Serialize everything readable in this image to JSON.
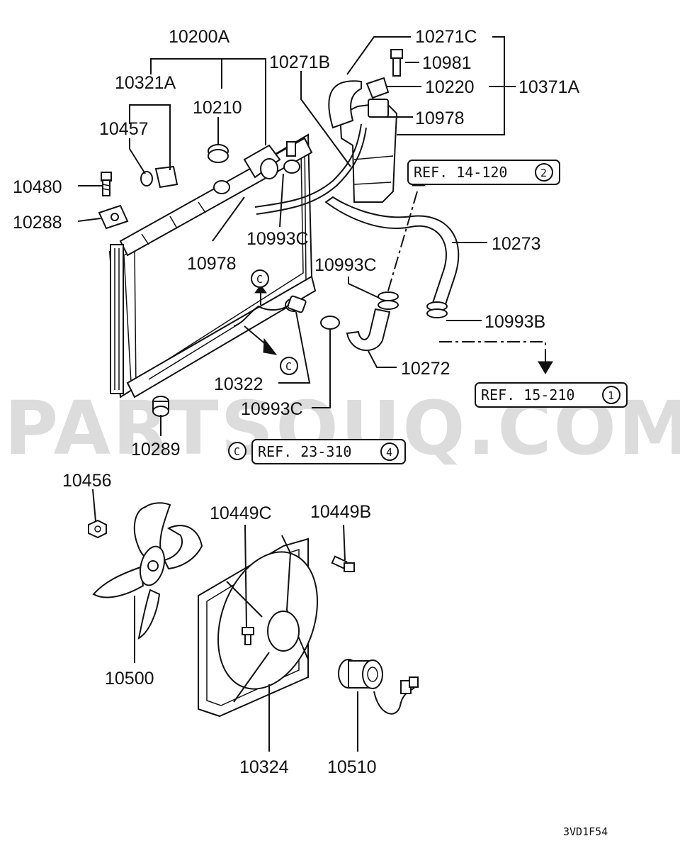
{
  "watermark": "PARTSOUQ.COM",
  "diagram_code": "3VD1F54",
  "callouts": {
    "c10200A": "10200A",
    "c10321A": "10321A",
    "c10457": "10457",
    "c10480": "10480",
    "c10288": "10288",
    "c10210": "10210",
    "c10978a": "10978",
    "c10993Ca": "10993C",
    "c10271B": "10271B",
    "c10271C": "10271C",
    "c10981": "10981",
    "c10220": "10220",
    "c10371A": "10371A",
    "c10978b": "10978",
    "c10273": "10273",
    "c10993Cb": "10993C",
    "c10993B": "10993B",
    "c10272": "10272",
    "c10322": "10322",
    "c10993Cc": "10993C",
    "c10289": "10289",
    "c10456": "10456",
    "c10449C": "10449C",
    "c10449B": "10449B",
    "c10500": "10500",
    "c10324": "10324",
    "c10510": "10510"
  },
  "references": {
    "ref1_text": "REF. 14-120",
    "ref1_num": "2",
    "ref2_text": "REF. 15-210",
    "ref2_num": "1",
    "ref3_text": "REF. 23-310",
    "ref3_num": "4"
  },
  "markers": {
    "c_letter_1": "C",
    "c_letter_2": "C",
    "c_letter_3": "C"
  },
  "colors": {
    "line": "#111111",
    "watermark": "#dcdcdc",
    "background": "#ffffff"
  }
}
